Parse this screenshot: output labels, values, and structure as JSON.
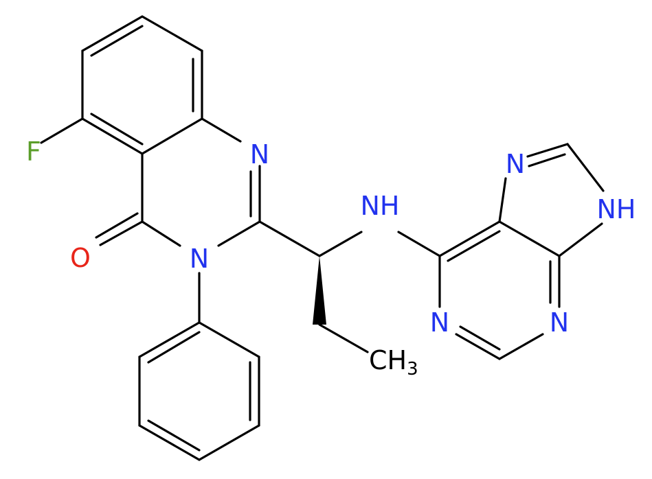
{
  "atoms": {
    "fluorine": {
      "text": "F",
      "color": "#5b9e2a"
    },
    "oxygen": {
      "text": "O",
      "color": "#e8251a"
    },
    "n_quin_1": {
      "text": "N",
      "color": "#2233ee"
    },
    "n_quin_3": {
      "text": "N",
      "color": "#2233ee"
    },
    "amine_nh": {
      "text": "NH",
      "color": "#2233ee"
    },
    "purine_n7": {
      "text": "N",
      "color": "#2233ee"
    },
    "purine_n9h": {
      "text": "NH",
      "color": "#2233ee"
    },
    "purine_n1": {
      "text": "N",
      "color": "#2233ee"
    },
    "purine_n3": {
      "text": "N",
      "color": "#2233ee"
    },
    "methyl": {
      "text": "CH",
      "subscript": "3",
      "color": "#000000"
    }
  }
}
